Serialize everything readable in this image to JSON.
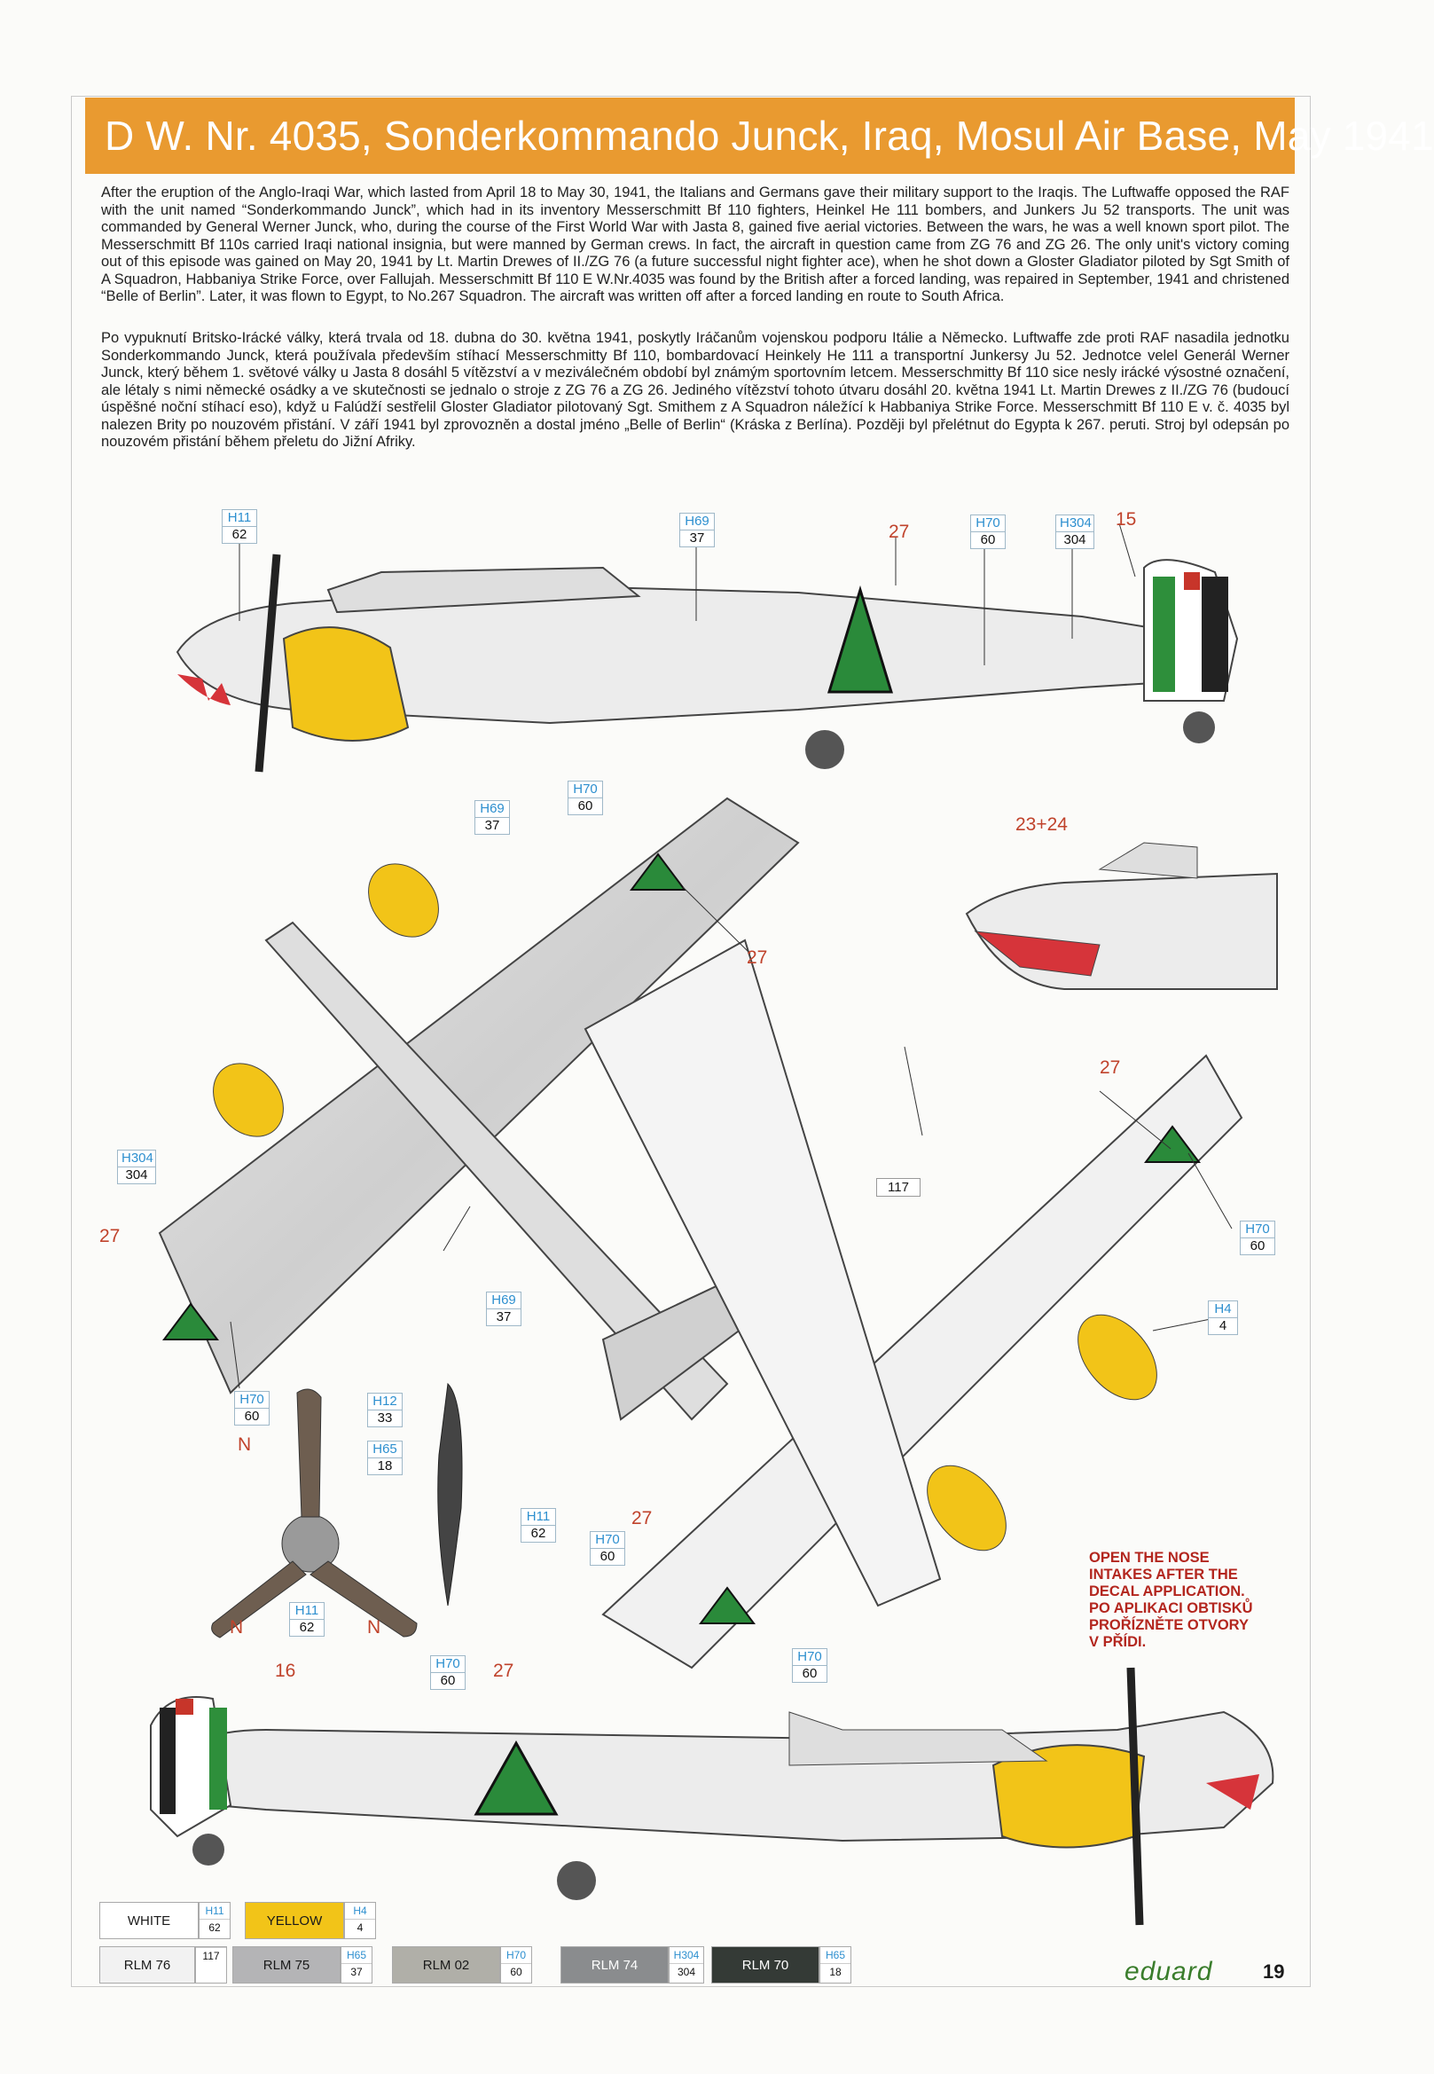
{
  "title": "D W. Nr. 4035, Sonderkommando Junck, Iraq, Mosul Air Base, May 1941",
  "text_en": "After the eruption of the Anglo-Iraqi War, which lasted from April 18 to May 30, 1941, the Italians and Germans gave their military support to the Iraqis. The Luftwaffe opposed the RAF with the unit named “Sonderkommando Junck”, which had in its inventory Messerschmitt Bf 110 fighters, Heinkel He 111 bombers, and Junkers Ju 52 transports. The unit was commanded by General Werner Junck, who, during the course of the First World War with Jasta 8, gained five aerial victories. Between the wars, he was a well known sport pilot. The Messerschmitt Bf 110s carried Iraqi national insignia, but were manned by German crews. In fact, the aircraft in question came from ZG 76 and ZG 26. The only unit's victory coming out of this episode was gained on May 20, 1941 by Lt. Martin Drewes of II./ZG 76 (a future successful night fighter ace), when he shot down a Gloster Gladiator piloted by Sgt Smith of A Squadron, Habbaniya Strike Force, over Fallujah. Messerschmitt Bf 110 E W.Nr.4035 was found by the British after a forced landing, was repaired in September, 1941 and christened “Belle of Berlin”. Later, it was flown to Egypt, to No.267 Squadron. The aircraft was written off after a forced landing en route to South Africa.",
  "text_cz": "Po vypuknutí Britsko-Irácké války, která trvala od 18. dubna do 30. května 1941, poskytly Iráčanům vojenskou podporu Itálie a Německo. Luftwaffe zde proti RAF nasadila jednotku Sonderkommando Junck, která používala především stíhací Messerschmitty Bf 110, bombardovací Heinkely He 111 a transportní Junkersy Ju 52. Jednotce velel Generál Werner Junck, který během 1. světové války u Jasta 8 dosáhl 5 vítězství a v meziválečném období byl známým sportovním letcem. Messerschmitty Bf 110 sice nesly irácké výsostné označení, ale létaly s nimi německé osádky a ve skutečnosti se jednalo o stroje z ZG 76 a ZG 26. Jediného vítězství tohoto útvaru dosáhl 20. května 1941 Lt. Martin Drewes z II./ZG 76 (budoucí úspěšné noční stíhací eso), když u Falúdží sestřelil Gloster Gladiator pilotovaný Sgt. Smithem z A Squadron náležící k Habbaniya Strike Force. Messerschmitt Bf 110 E v. č. 4035 byl nalezen Brity po nouzovém přistání. V září 1941 byl zprovozněn a dostal jméno „Belle of Berlin“ (Kráska z Berlína). Později byl přelétnut do Egypta k 267. peruti. Stroj byl odepsán po nouzovém přistání během přeletu do Jižní Afriky.",
  "callouts": [
    {
      "code": "H11",
      "num": "62"
    },
    {
      "code": "H69",
      "num": "37"
    },
    {
      "code": "H70",
      "num": "60"
    },
    {
      "code": "H304",
      "num": "304"
    },
    {
      "code": "H69",
      "num": "37"
    },
    {
      "code": "H70",
      "num": "60"
    },
    {
      "code": "H304",
      "num": "304"
    },
    {
      "code": "H69",
      "num": "37"
    },
    {
      "code": "H70",
      "num": "60"
    },
    {
      "code": "H12",
      "num": "33"
    },
    {
      "code": "H65",
      "num": "18"
    },
    {
      "code": "H11",
      "num": "62"
    },
    {
      "code": "H11",
      "num": "62"
    },
    {
      "code": "H70",
      "num": "60"
    },
    {
      "code": "H70",
      "num": "60"
    },
    {
      "code": "H4",
      "num": "4"
    },
    {
      "code": "H70",
      "num": "60"
    },
    {
      "code": "H70",
      "num": "60"
    }
  ],
  "markers": [
    "27",
    "15",
    "23+24",
    "27",
    "27",
    "27",
    "27",
    "16",
    "27",
    "N",
    "N",
    "N"
  ],
  "number_box": "117",
  "note": [
    "OPEN THE NOSE",
    "INTAKES AFTER THE",
    "DECAL APPLICATION.",
    "PO APLIKACI OBTISKŮ",
    "PROŘÍZNĚTE OTVORY",
    "V PŘÍDI."
  ],
  "swatches_row1": [
    {
      "label": "WHITE",
      "code": "H11",
      "num": "62",
      "color": "#ffffff"
    },
    {
      "label": "YELLOW",
      "code": "H4",
      "num": "4",
      "color": "#f2c418"
    }
  ],
  "swatches_row2": [
    {
      "label": "RLM 76",
      "code": "",
      "num": "117",
      "color": "#f2f2f2"
    },
    {
      "label": "RLM 75",
      "code": "H65",
      "num": "37",
      "color": "#b4b4b6"
    },
    {
      "label": "RLM 02",
      "code": "H70",
      "num": "60",
      "color": "#b0afa8"
    },
    {
      "label": "RLM 74",
      "code": "H304",
      "num": "304",
      "color": "#8a8c8e"
    },
    {
      "label": "RLM 70",
      "code": "H65",
      "num": "18",
      "color": "#343a36"
    }
  ],
  "brand": "eduard",
  "page_number": "19",
  "colors": {
    "title_bar": "#e99a30",
    "callout_code": "#2d8fcf",
    "marker": "#c0432c",
    "note": "#b3261e"
  }
}
